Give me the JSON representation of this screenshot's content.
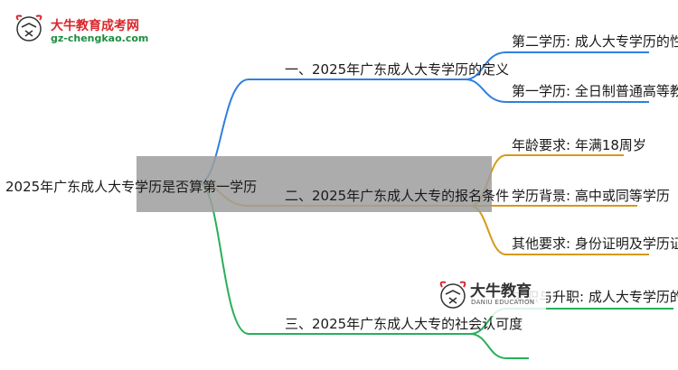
{
  "logo": {
    "title": "大牛教育成考网",
    "url": "gz-chengkao.com",
    "brand_color": "#d8262b",
    "url_color": "#1e8e3e"
  },
  "watermark": {
    "title": "大牛教育",
    "subtitle": "DANIU EDUCATION"
  },
  "root": {
    "label": "2025年广东成人大专学历是否算第一学历"
  },
  "branches": [
    {
      "label": "一、2025年广东成人大专学历的定义",
      "color": "#2f7fe0",
      "leaves": [
        "第二学历: 成人大专学历的性质",
        "第一学历: 全日制普通高等教育"
      ]
    },
    {
      "label": "二、2025年广东成人大专的报名条件",
      "color": "#d49a1c",
      "leaves": [
        "年龄要求: 年满18周岁",
        "学历背景: 高中或同等学历",
        "其他要求: 身份证明及学历证书"
      ]
    },
    {
      "label": "三、2025年广东成人大专的社会认可度",
      "color": "#27b05a",
      "leaves": [
        "求职与升职: 成人大专学历的应用",
        ""
      ]
    }
  ]
}
